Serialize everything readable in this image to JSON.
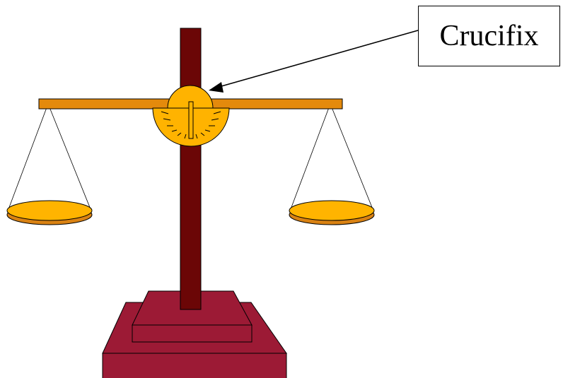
{
  "callout": {
    "label": "Crucifix"
  },
  "colors": {
    "post": "#6b0606",
    "beam": "#e48a0c",
    "pan_top": "#ffb400",
    "pan_rim": "#d98213",
    "base": "#9c1a35",
    "dial": "#ffb300",
    "outline": "#000000"
  },
  "icons": {
    "balance": "scales-of-justice",
    "pointer": "arrow"
  }
}
